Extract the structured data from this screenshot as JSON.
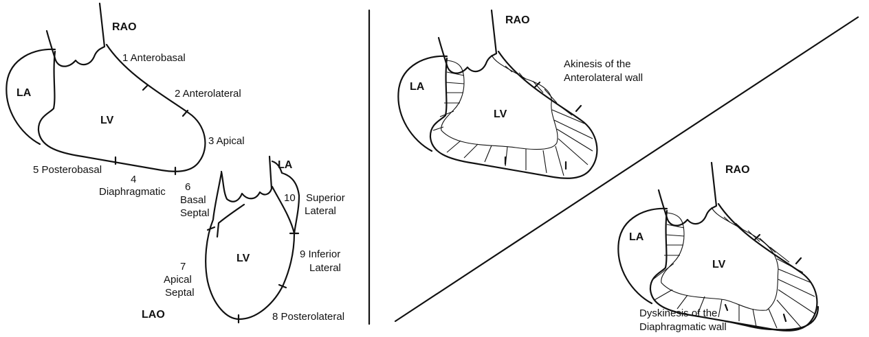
{
  "left_panel": {
    "rao": {
      "view_label": "RAO",
      "chamber_la": "LA",
      "chamber_lv": "LV",
      "segments": [
        "1 Anterobasal",
        "2 Anterolateral",
        "3 Apical",
        "4",
        "Diaphragmatic",
        "5 Posterobasal"
      ]
    },
    "lao": {
      "view_label": "LAO",
      "chamber_la": "LA",
      "chamber_lv": "LV",
      "segments": [
        "6",
        "Basal",
        "Septal",
        "7",
        "Apical",
        "Septal",
        "8 Posterolateral",
        "9 Inferior",
        "Lateral",
        "10",
        "Superior",
        "Lateral"
      ]
    }
  },
  "right_panel": {
    "top": {
      "view_label": "RAO",
      "chamber_la": "LA",
      "chamber_lv": "LV",
      "caption": [
        "Akinesis of the",
        "Anterolateral wall"
      ]
    },
    "bottom": {
      "view_label": "RAO",
      "chamber_la": "LA",
      "chamber_lv": "LV",
      "caption": [
        "Dyskinesis of the",
        "Diaphragmatic wall"
      ]
    }
  }
}
